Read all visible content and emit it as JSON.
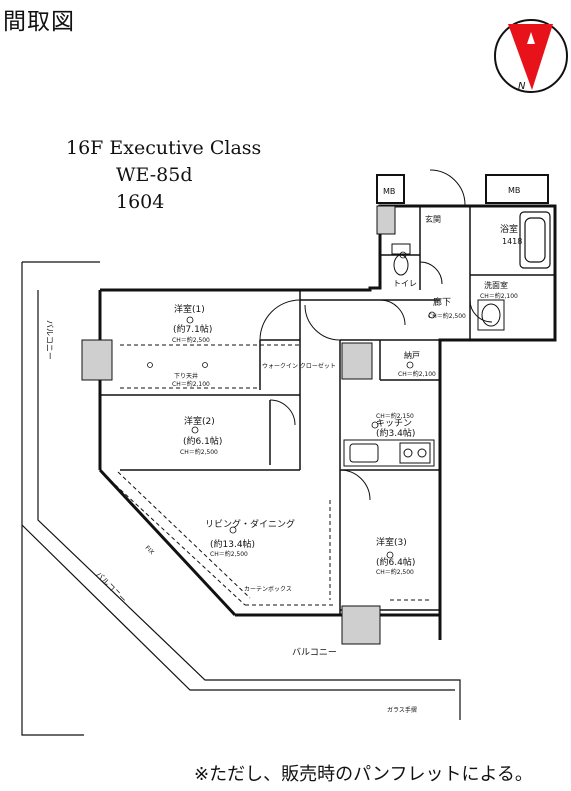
{
  "title": "間取図",
  "info": {
    "line1": "16F Executive Class",
    "line2": "WE-85d",
    "line3": "1604"
  },
  "compass": {
    "north_label": "N",
    "arrow_color": "#e8121b"
  },
  "rooms": {
    "mb1": "MB",
    "mb2": "MB",
    "entrance": "玄関",
    "bath": "浴室",
    "bath_size": "1418",
    "washroom": "洗面室",
    "washroom_ch": "CH＝約2,100",
    "toilet": "トイレ",
    "hallway": "廊下",
    "hallway_ch": "CH＝約2,500",
    "storage": "納戸",
    "storage_ch": "CH＝約2,100",
    "kitchen": "キッチン",
    "kitchen_size": "(約3.4帖)",
    "kitchen_ch": "CH＝約2,150",
    "western1": "洋室(1)",
    "western1_size": "(約7.1帖)",
    "western1_ch": "CH＝約2,500",
    "walkin": "ウォークイン クローゼット",
    "western2": "洋室(2)",
    "western2_size": "(約6.1帖)",
    "western2_ch": "CH＝約2,500",
    "living": "リビング・ダイニング",
    "living_size": "(約13.4帖)",
    "living_ch": "CH＝約2,500",
    "western3": "洋室(3)",
    "western3_size": "(約6.4帖)",
    "western3_ch": "CH＝約2,500",
    "lower_ceiling": "下り天井",
    "lower_ceiling_ch": "CH＝約2,100",
    "curtain_box": "カーテンボックス",
    "balcony_left": "バルコニー",
    "balcony_bottom": "バルコニー",
    "balcony_diag": "バルコニー",
    "glass_rail": "ガラス手摺",
    "fix": "FIX"
  },
  "footnote": "※ただし、販売時のパンフレットによる。"
}
